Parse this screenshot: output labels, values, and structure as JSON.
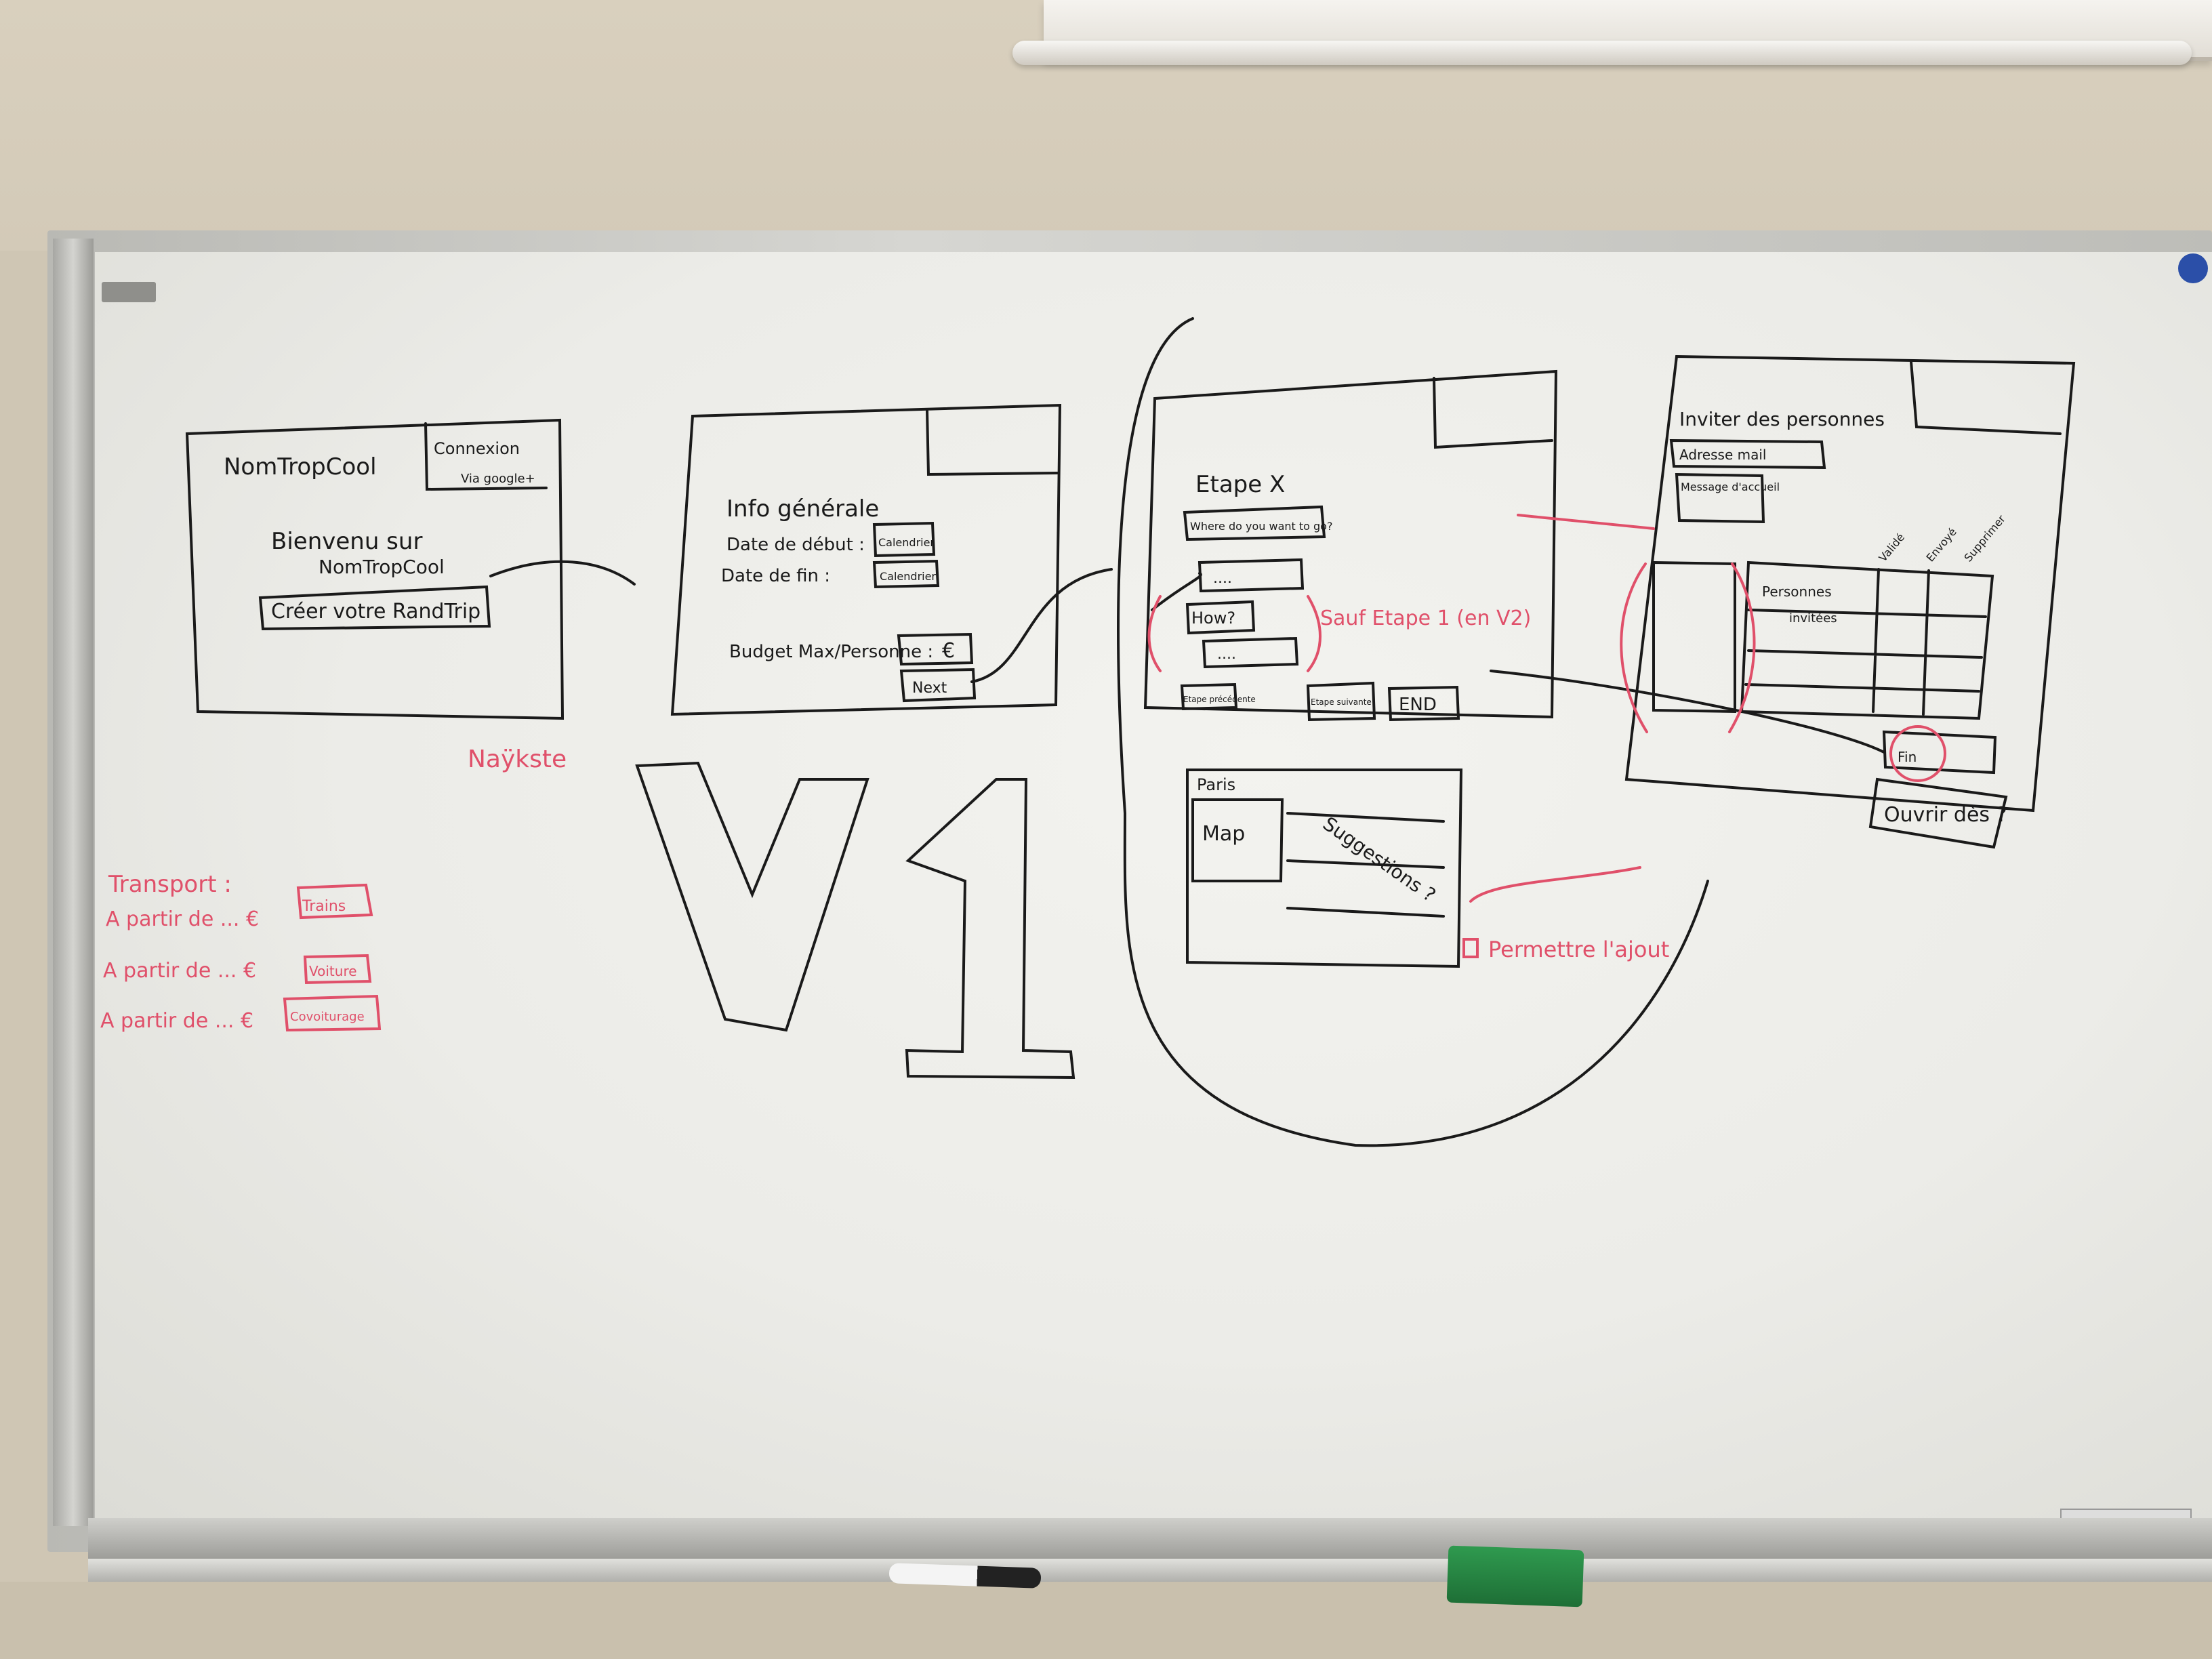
{
  "board": {
    "landing": {
      "brand": "NomTropCool",
      "login_title": "Connexion",
      "login_sub": "Via google+",
      "welcome_line1": "Bienvenu sur",
      "welcome_line2": "NomTropCool",
      "create_button": "Créer votre RandTrip"
    },
    "red_note_left": "Naÿkste",
    "transport": {
      "title": "Transport :",
      "rows": [
        {
          "text": "A partir de ... €",
          "tag": "Trains"
        },
        {
          "text": "A partir de ... €",
          "tag": "Voiture"
        },
        {
          "text": "A partir de ... €",
          "tag": "Covoiturage"
        }
      ]
    },
    "info_screen": {
      "title": "Info générale",
      "start_label": "Date de début :",
      "start_btn": "Calendrier",
      "end_label": "Date de fin :",
      "end_btn": "Calendrier",
      "budget_label": "Budget Max/Personne :",
      "budget_unit": "€",
      "next_button": "Next"
    },
    "version_mark": "V1",
    "step_screen": {
      "title": "Etape X",
      "where_field": "Where do you want to go?",
      "field_a": "....",
      "how_field": "How?",
      "field_b": "....",
      "btn_prev": "Etape précédente",
      "btn_next": "Etape suivante",
      "btn_end": "END",
      "red_note": "Sauf Etape 1  (en V2)"
    },
    "map_screen": {
      "place": "Paris",
      "map_label": "Map",
      "suggestions": "Suggestions ?"
    },
    "allow_note": "Permettre l'ajout",
    "invite_screen": {
      "title": "Inviter des personnes",
      "email_field": "Adresse mail",
      "message_field": "Message d'accueil",
      "list_label_1": "Personnes",
      "list_label_2": "invitées",
      "column_headers": [
        "Validé",
        "Envoyé",
        "Supprimer"
      ],
      "final_button": "Fin",
      "final_question": "Ouvrir dès ?"
    }
  }
}
